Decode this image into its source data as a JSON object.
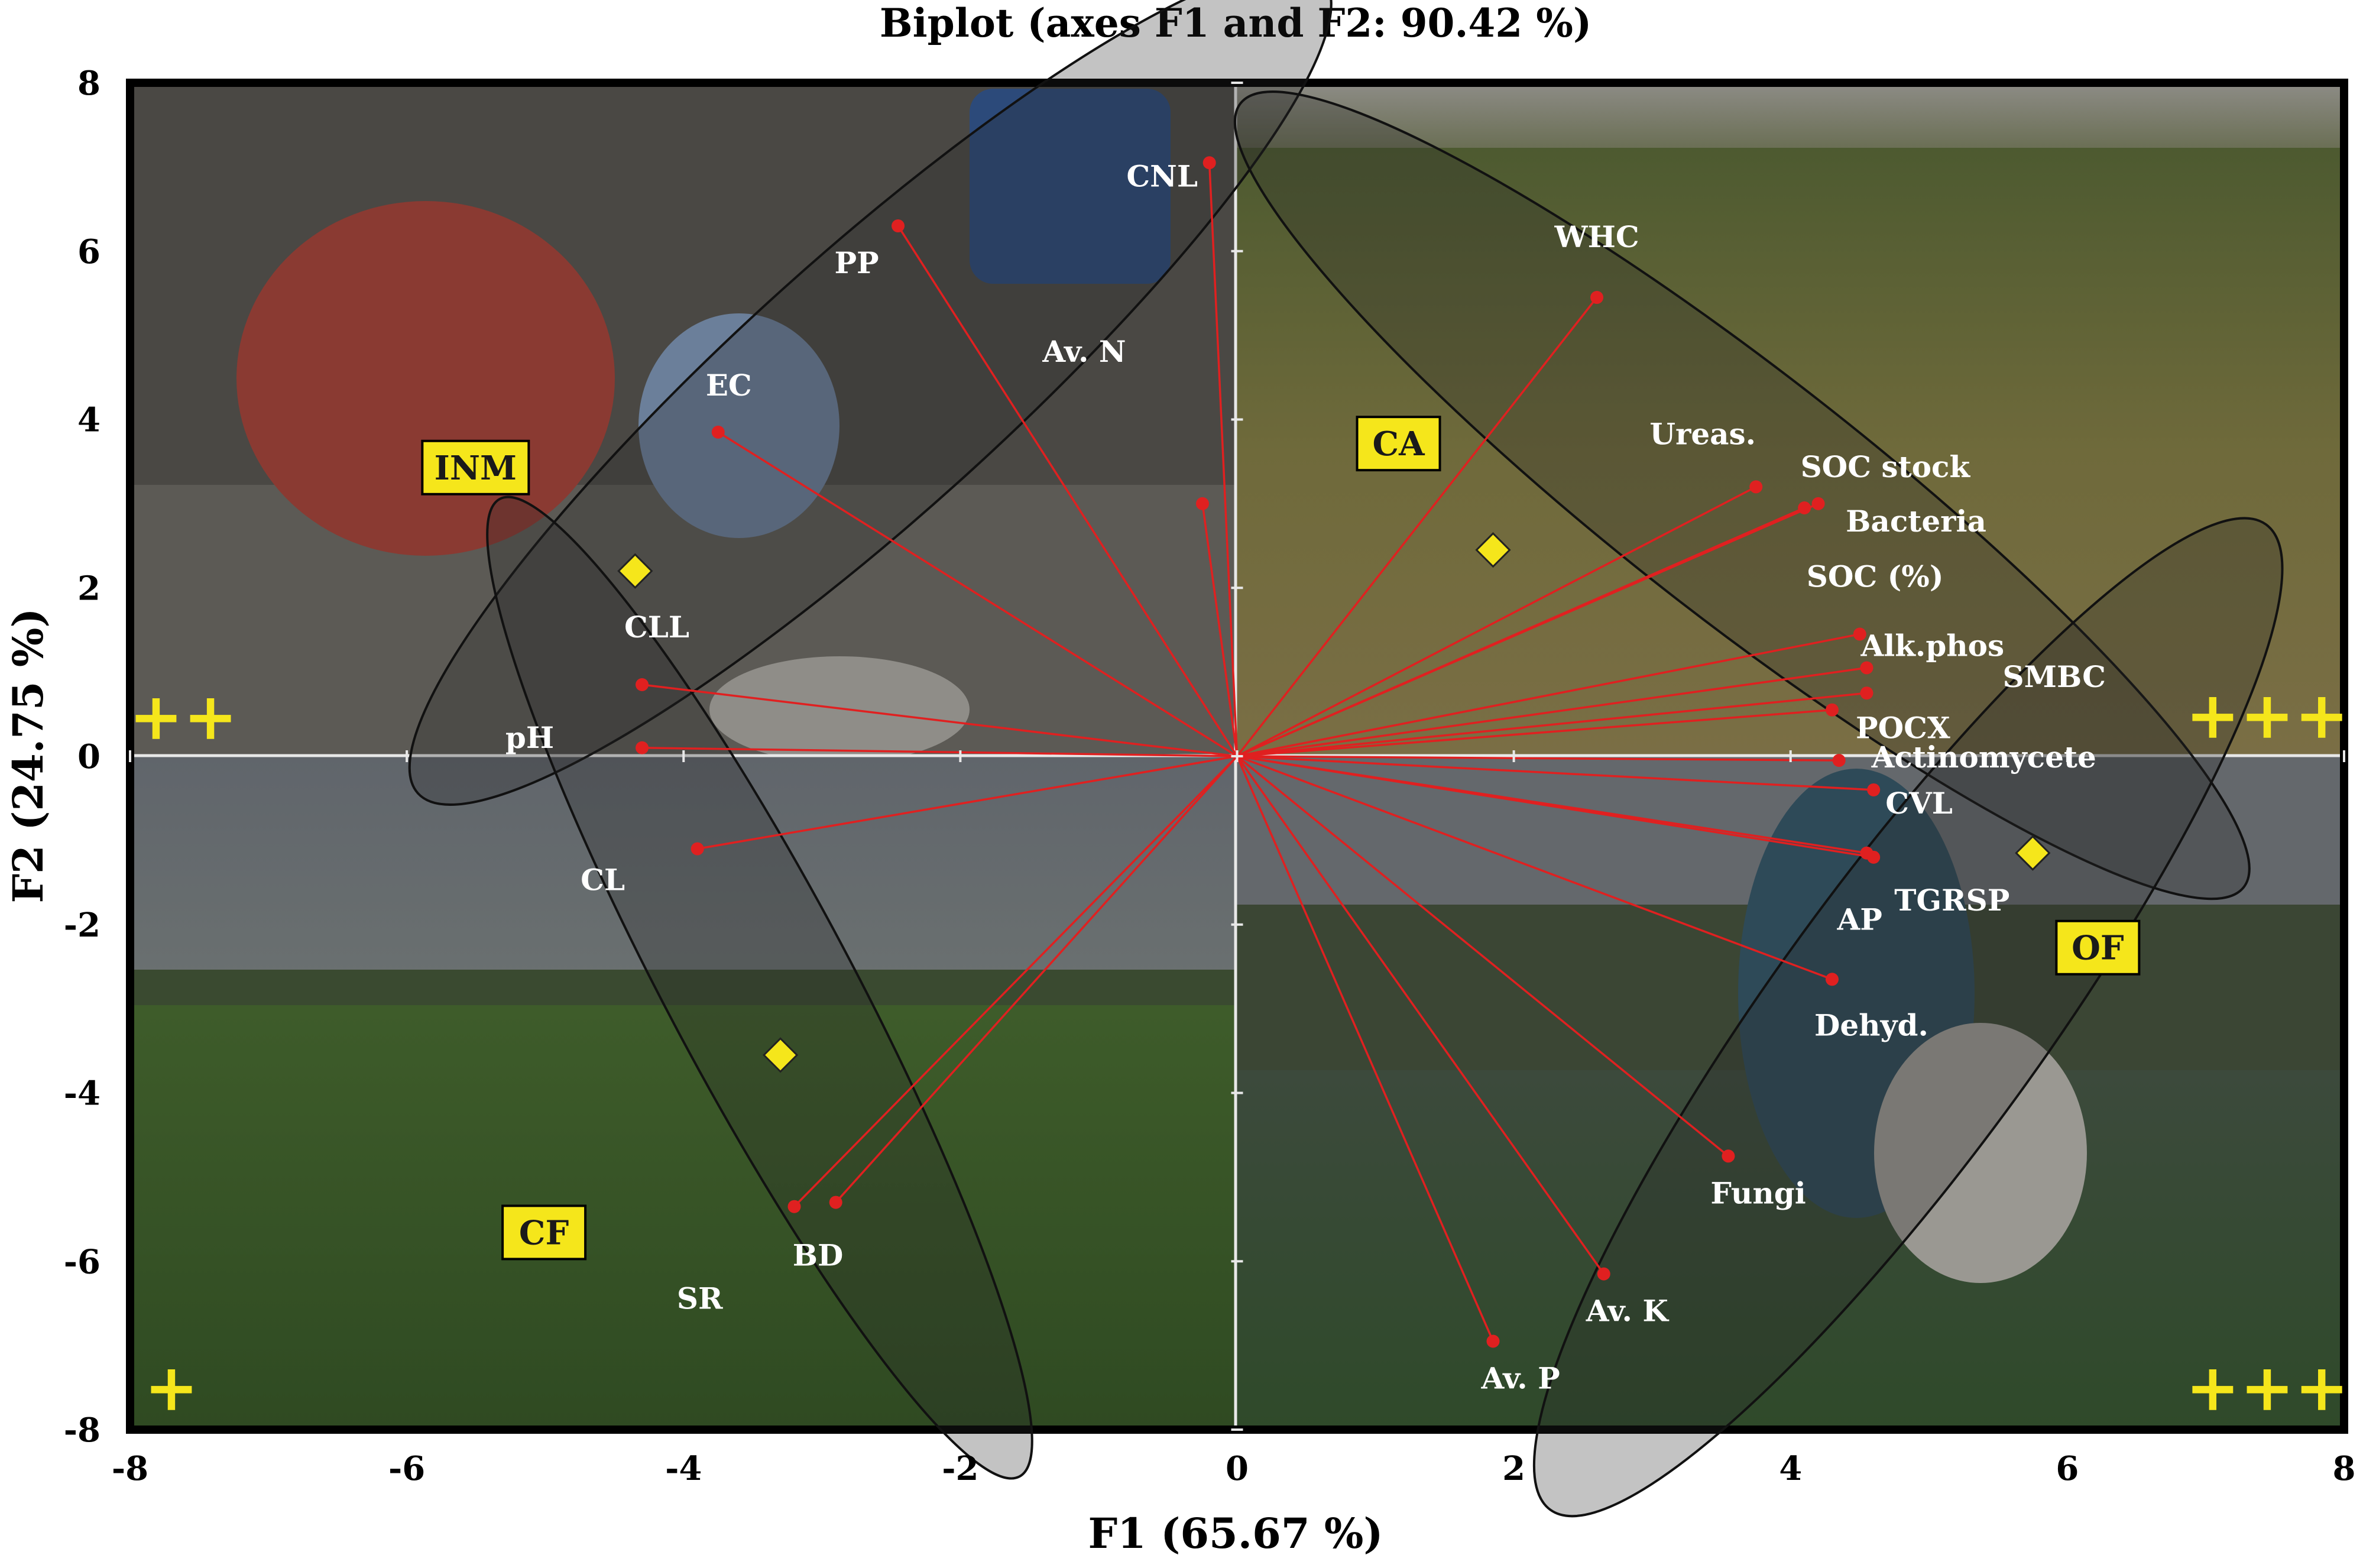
{
  "chart_data": {
    "type": "scatter",
    "subtype": "biplot",
    "title": "Biplot (axes F1 and F2: 90.42 %)",
    "xlabel": "F1 (65.67 %)",
    "ylabel": "F2 (24.75 %)",
    "xlim": [
      -8,
      8
    ],
    "ylim": [
      -8,
      8
    ],
    "xticks": [
      -8,
      -6,
      -4,
      -2,
      0,
      2,
      4,
      6,
      8
    ],
    "yticks": [
      -8,
      -6,
      -4,
      -2,
      0,
      2,
      4,
      6,
      8
    ],
    "grid": false,
    "variables": [
      {
        "label": "CNL",
        "x": -0.2,
        "y": 7.05
      },
      {
        "label": "PP",
        "x": -2.45,
        "y": 6.3
      },
      {
        "label": "Av. N",
        "x": -0.25,
        "y": 3.0
      },
      {
        "label": "EC",
        "x": -3.75,
        "y": 3.85
      },
      {
        "label": "CLL",
        "x": -4.3,
        "y": 0.85
      },
      {
        "label": "pH",
        "x": -4.3,
        "y": 0.1
      },
      {
        "label": "CL",
        "x": -3.9,
        "y": -1.1
      },
      {
        "label": "SR",
        "x": -2.9,
        "y": -5.3
      },
      {
        "label": "BD",
        "x": -3.2,
        "y": -5.35
      },
      {
        "label": "WHC",
        "x": 2.6,
        "y": 5.45
      },
      {
        "label": "Ureas.",
        "x": 3.75,
        "y": 3.2
      },
      {
        "label": "SOC stock",
        "x": 4.2,
        "y": 3.0
      },
      {
        "label": "Bacteria",
        "x": 4.1,
        "y": 2.95
      },
      {
        "label": "SOC (%)",
        "x": 4.5,
        "y": 1.45
      },
      {
        "label": "Alk.phos",
        "x": 4.55,
        "y": 1.05
      },
      {
        "label": "SMBC",
        "x": 4.55,
        "y": 0.75
      },
      {
        "label": "POCX",
        "x": 4.3,
        "y": 0.55
      },
      {
        "label": "Actinomycete",
        "x": 4.35,
        "y": -0.05
      },
      {
        "label": "CVL",
        "x": 4.6,
        "y": -0.4
      },
      {
        "label": "TGRSP",
        "x": 4.6,
        "y": -1.2
      },
      {
        "label": "AP",
        "x": 4.55,
        "y": -1.15
      },
      {
        "label": "Dehyd.",
        "x": 4.3,
        "y": -2.65
      },
      {
        "label": "Fungi",
        "x": 3.55,
        "y": -4.75
      },
      {
        "label": "Av. K",
        "x": 2.65,
        "y": -6.15
      },
      {
        "label": "Av. P",
        "x": 1.85,
        "y": -6.95
      }
    ],
    "groups": [
      {
        "label": "INM",
        "x": -4.35,
        "y": 2.2
      },
      {
        "label": "CA",
        "x": 1.85,
        "y": 2.45
      },
      {
        "label": "CF",
        "x": -3.3,
        "y": -3.55
      },
      {
        "label": "OF",
        "x": 5.75,
        "y": -1.15
      }
    ],
    "quadrant_marks": [
      {
        "text": "++",
        "quadrant": "top-left"
      },
      {
        "text": "+++",
        "quadrant": "top-right"
      },
      {
        "text": "+",
        "quadrant": "bottom-left"
      },
      {
        "text": "+++",
        "quadrant": "bottom-right"
      }
    ],
    "colors": {
      "vector": "#e02020",
      "group_marker": "#f5e61b",
      "label_box": "#f5e61b",
      "quadrant_mark": "#f5e61b",
      "variable_label": "#ffffff"
    }
  }
}
